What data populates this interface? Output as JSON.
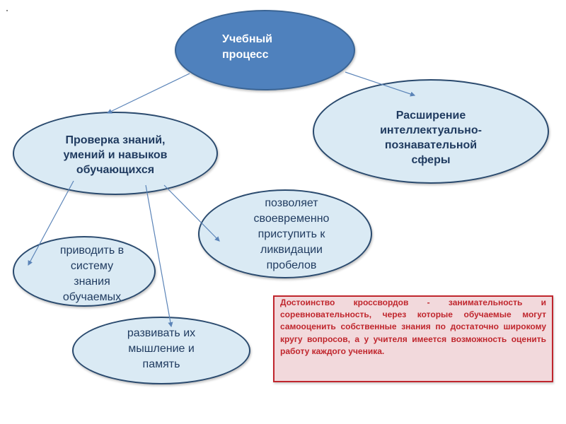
{
  "diagram": {
    "root": {
      "label": "Учебный\nпроцесс",
      "fill": "#4f81bd",
      "text_color": "#ffffff"
    },
    "nodes": [
      {
        "id": "check",
        "label": "Проверка знаний,\nумений и навыков\nобучающихся"
      },
      {
        "id": "expand",
        "label": "Расширение\nинтеллектуально-\nпознавательной\nсферы"
      },
      {
        "id": "timely",
        "label": "позволяет\nсвоевременно\nприступить к\nликвидации\nпробелов"
      },
      {
        "id": "system",
        "label": "приводить в\nсистему\nзнания\nобучаемых"
      },
      {
        "id": "develop",
        "label": "развивать их\nмышление и\nпамять"
      }
    ],
    "edges": [
      {
        "from": "root",
        "to": "check"
      },
      {
        "from": "root",
        "to": "expand"
      },
      {
        "from": "check",
        "to": "system"
      },
      {
        "from": "check",
        "to": "develop"
      },
      {
        "from": "check",
        "to": "timely"
      }
    ],
    "colors": {
      "node_fill": "#daeaf4",
      "node_border": "#2a4a6e",
      "connector": "#5b84b8",
      "note_fill": "#f2d9dc",
      "note_text": "#c0262d"
    }
  },
  "note": {
    "text": "Достоинство кроссвордов - занимательность и соревновательность, через которые обучаемые могут самооценить собственные знания по достаточно широкому кругу вопросов, а у учителя имеется возможность оценить работу каждого ученика."
  }
}
